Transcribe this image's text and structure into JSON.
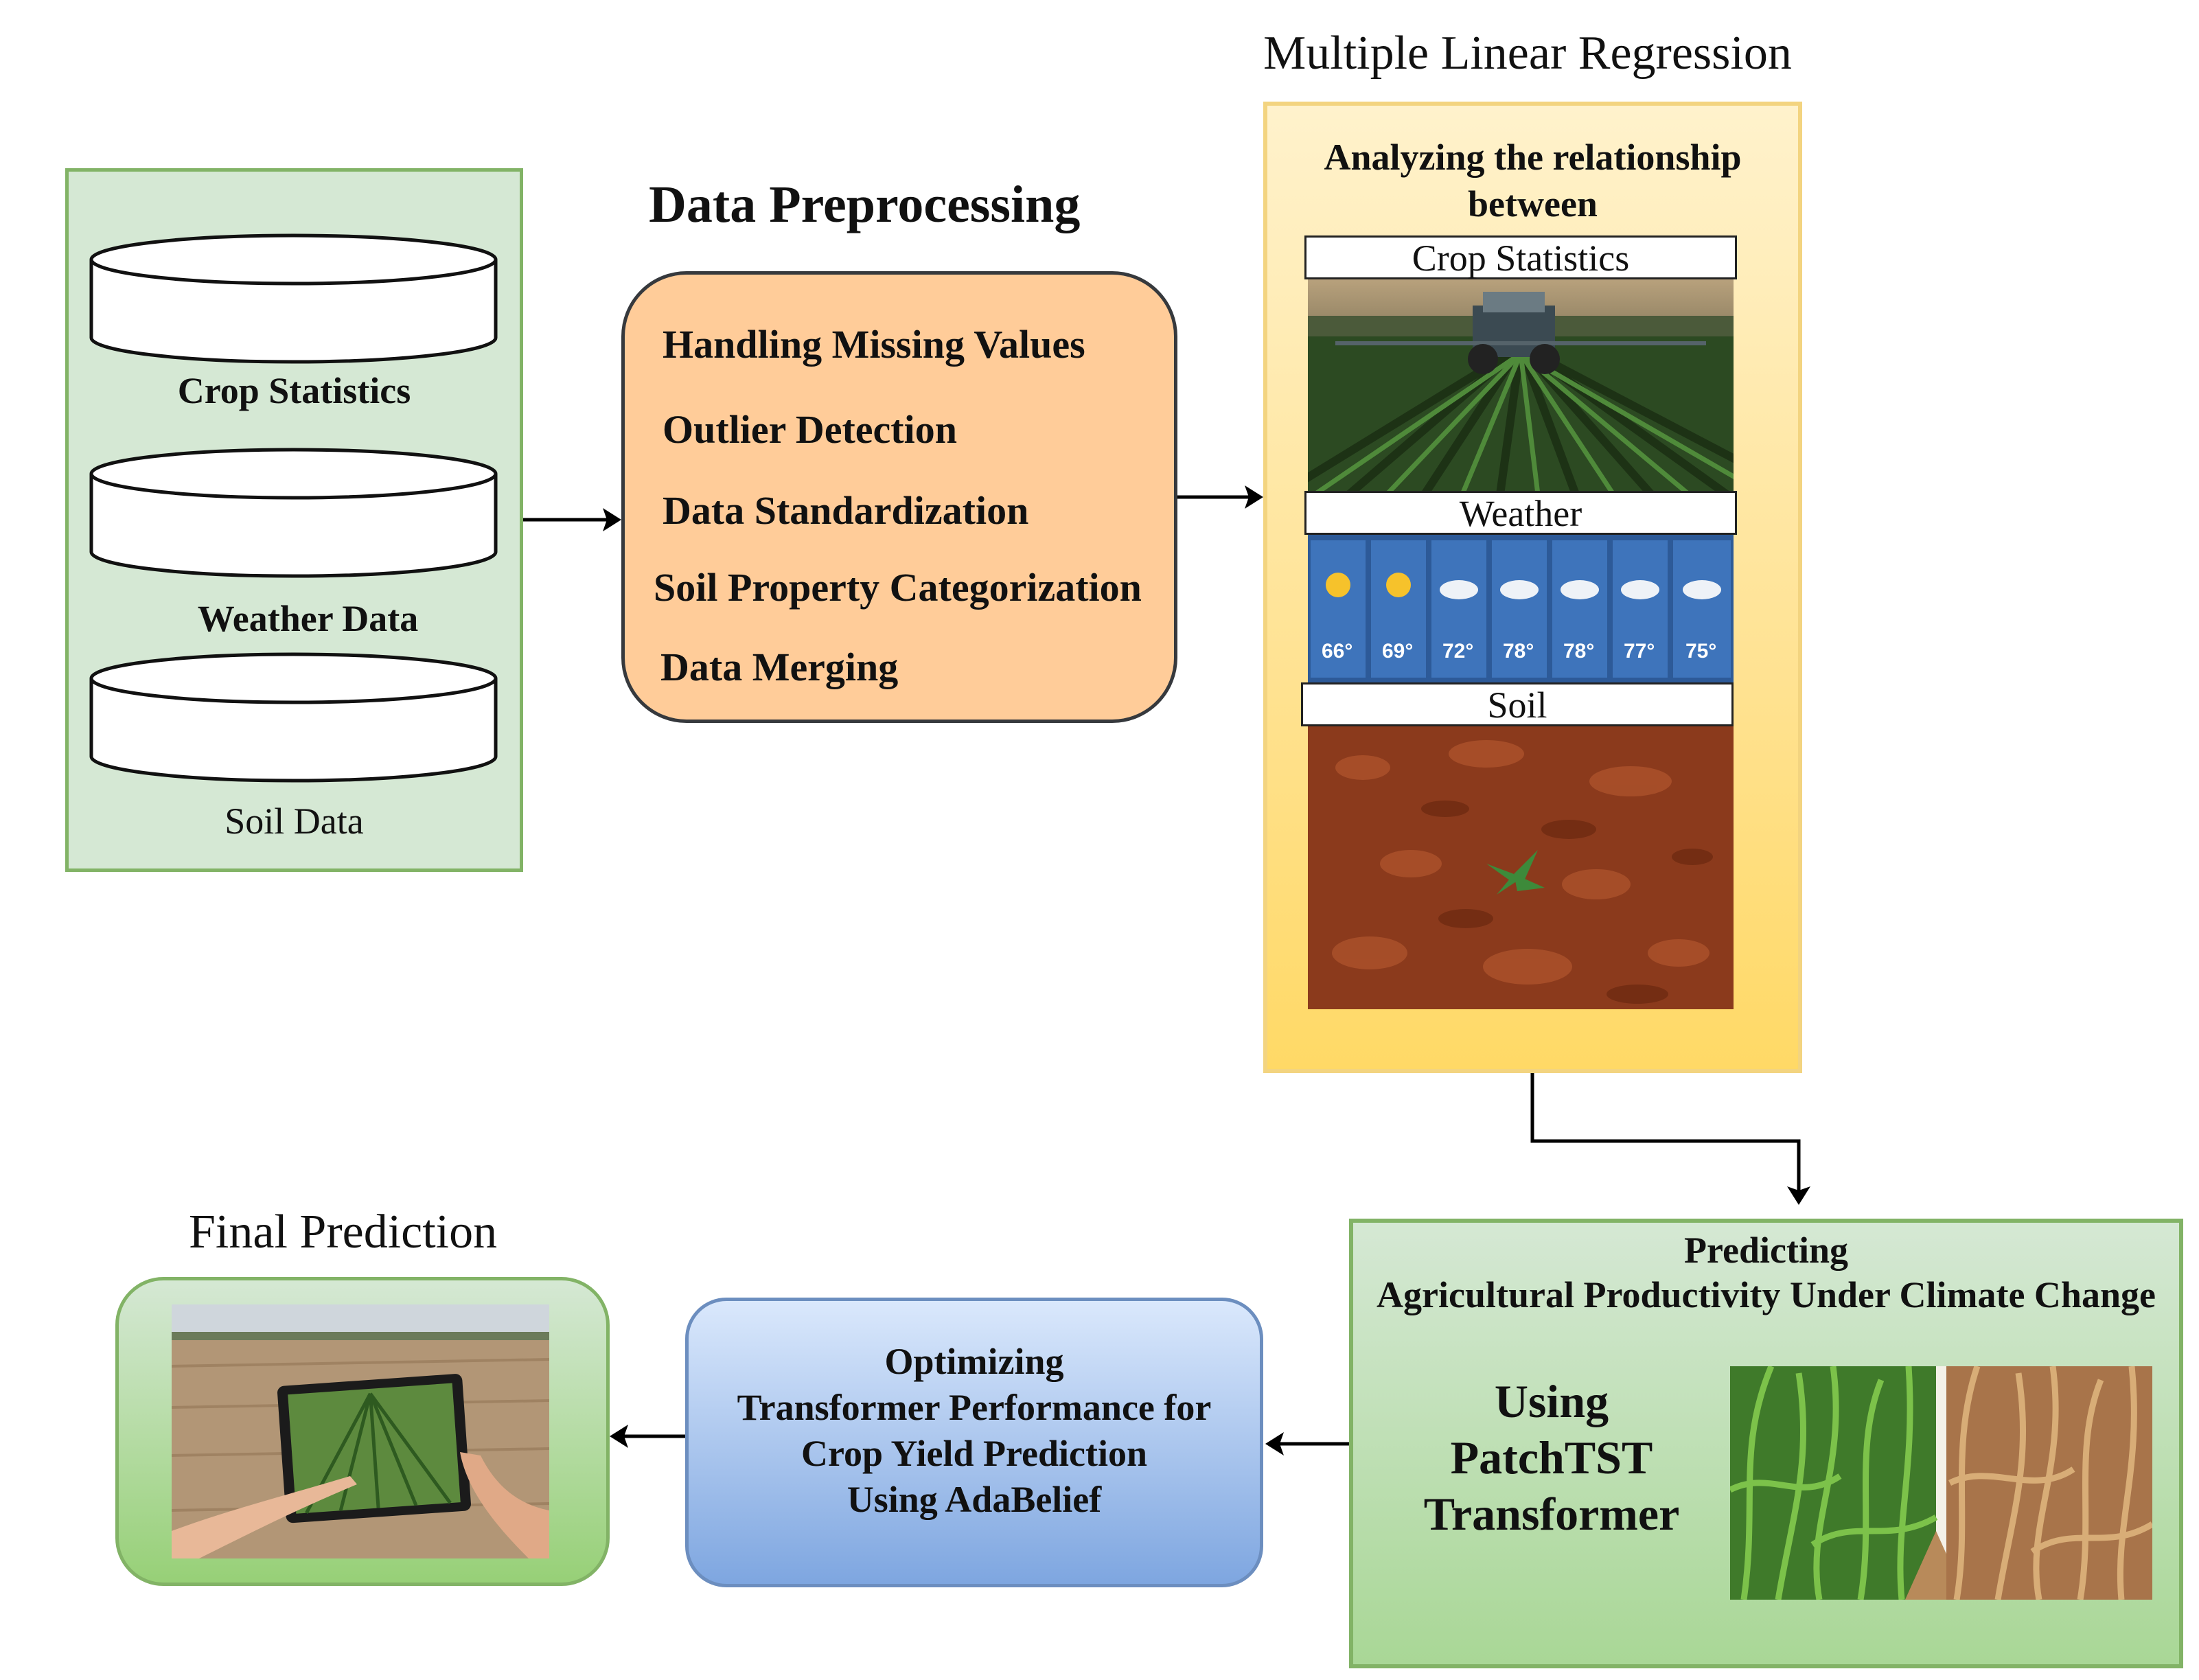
{
  "sources": {
    "items": [
      {
        "label": "Crop Statistics"
      },
      {
        "label": "Weather Data"
      },
      {
        "label": "Soil Data"
      }
    ]
  },
  "preprocessing": {
    "title": "Data Preprocessing",
    "steps": [
      "Handling Missing Values",
      "Outlier Detection",
      "Data Standardization",
      "Soil Property Categorization",
      "Data Merging"
    ]
  },
  "mlr": {
    "title": "Multiple Linear Regression",
    "heading_line1": "Analyzing the relationship",
    "heading_line2": "between",
    "labels": [
      "Crop Statistics",
      "Weather",
      "Soil"
    ],
    "weather_temps": [
      "66°",
      "69°",
      "72°",
      "78°",
      "78°",
      "77°",
      "75°"
    ]
  },
  "predicting": {
    "line1": "Predicting",
    "line2": "Agricultural Productivity Under Climate Change",
    "using_line1": "Using",
    "using_line2": "PatchTST",
    "using_line3": "Transformer"
  },
  "optimizing": {
    "lines": [
      "Optimizing",
      "Transformer Performance for",
      "Crop Yield Prediction",
      "Using AdaBelief"
    ]
  },
  "final": {
    "title": "Final Prediction"
  },
  "colors": {
    "green_fill": "#d5e8d4",
    "green_border": "#82b366",
    "orange_fill": "#ffcc99",
    "yellow_fill": "#fff2cc",
    "blue_fill": "#dae8fc",
    "blue_border": "#6c8ebf"
  }
}
